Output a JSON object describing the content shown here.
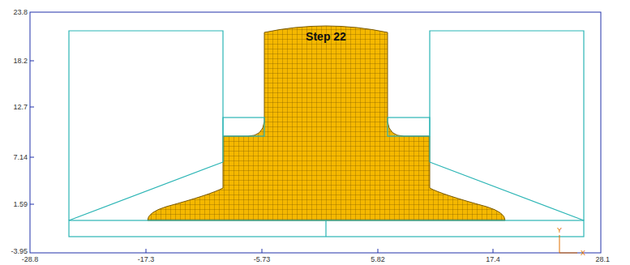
{
  "diagram": {
    "labels": [
      "Step 22",
      "23.8",
      "18.2",
      "12.7",
      "7.14",
      "1.59",
      "-3.95",
      "-28.8",
      "-17.3",
      "-5.73",
      "5.82",
      "17.4",
      "28.1",
      "Y",
      "X"
    ]
  }
}
